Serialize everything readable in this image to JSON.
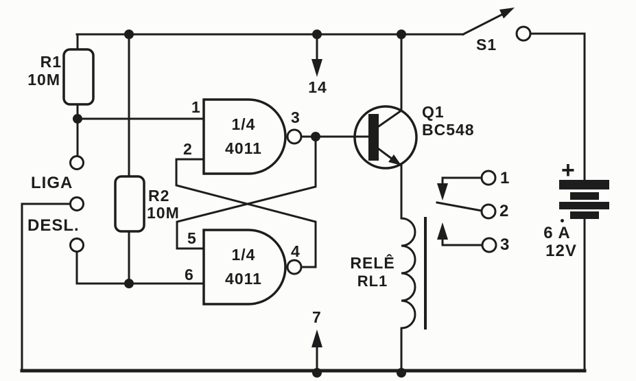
{
  "schematic": {
    "resistors": [
      {
        "ref": "R1",
        "value": "10M"
      },
      {
        "ref": "R2",
        "value": "10M"
      }
    ],
    "gates": [
      {
        "fraction": "1/4",
        "part": "4011",
        "input1": "1",
        "input2": "2",
        "output": "3"
      },
      {
        "fraction": "1/4",
        "part": "4011",
        "input1": "5",
        "input2": "6",
        "output": "4"
      }
    ],
    "ic_pins": {
      "supply": "14",
      "ground": "7"
    },
    "buttons": {
      "on": "LIGA",
      "off": "DESL."
    },
    "transistor": {
      "ref": "Q1",
      "part": "BC548"
    },
    "relay": {
      "name": "RELÊ",
      "ref": "RL1",
      "contact1": "1",
      "contact2": "2",
      "contact3": "3"
    },
    "switch": {
      "ref": "S1"
    },
    "battery": {
      "polarity": "+",
      "current": "6 A",
      "voltage": "12V"
    },
    "colors": {
      "ink": "#1d1d1d",
      "background": "#fcfcfa"
    }
  }
}
